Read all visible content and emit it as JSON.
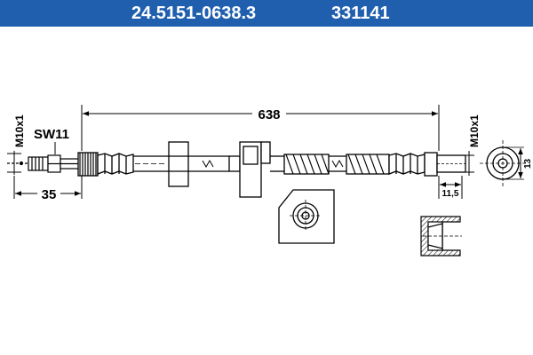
{
  "header": {
    "part_number": "24.5151-0638.3",
    "ref_number": "331141",
    "background": "#1f5fae"
  },
  "drawing": {
    "overall_length": "638",
    "left_fitting_thread": "M10x1",
    "right_fitting_thread": "M10x1",
    "wrench_size": "SW11",
    "left_fitting_length": "35",
    "right_fitting_length": "11,5",
    "end_diameter": "13"
  }
}
